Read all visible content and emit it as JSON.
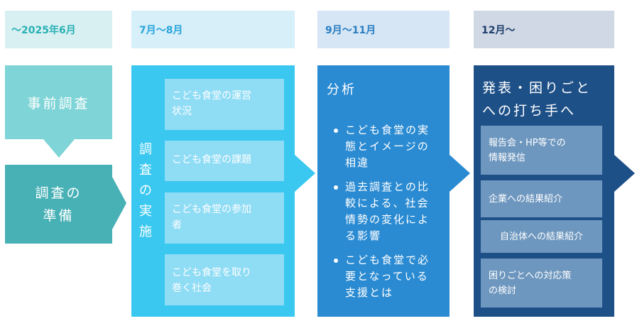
{
  "headers": {
    "col1": "〜2025年6月",
    "col2": "7月〜8月",
    "col3": "9月〜11月",
    "col4": "12月〜"
  },
  "col1": {
    "block1": "事前調査",
    "block2_line1": "調査の",
    "block2_line2": "準備"
  },
  "col2": {
    "vertical_chars": [
      "調",
      "査",
      "の",
      "実",
      "施"
    ],
    "items": [
      {
        "line1": "こども食堂の運営",
        "line2": "状況"
      },
      {
        "line1": "こども食堂の課題",
        "line2": ""
      },
      {
        "line1": "こども食堂の参加",
        "line2": "者"
      },
      {
        "line1": "こども食堂を取り",
        "line2": "巻く社会"
      }
    ]
  },
  "col3": {
    "title": "分析",
    "bullets": [
      {
        "line1": "こども食堂の実",
        "line2": "態とイメージの",
        "line3": "相違"
      },
      {
        "line1": "過去調査との比",
        "line2": "較による、社会",
        "line3": "情勢の変化によ",
        "line4": "る影響"
      },
      {
        "line1": "こども食堂で必",
        "line2": "要となっている",
        "line3": "支援とは"
      }
    ]
  },
  "col4": {
    "title_line1": "発表・困りごと",
    "title_line2": "への打ち手へ",
    "items": [
      {
        "line1": "報告会・HP等での",
        "line2": "情報発信"
      },
      {
        "line1": "企業への結果紹介",
        "line2": ""
      },
      {
        "line1": "自治体への結果紹介",
        "line2": ""
      },
      {
        "line1": "困りごとへの対応策",
        "line2": "の検討"
      }
    ]
  },
  "colors": {
    "col1_block1": "#7ed4d6",
    "col1_block2": "#48b1b6",
    "col2": "#3ac8f0",
    "col2_sub": "#8fdcf5",
    "col3": "#2b8bd2",
    "col4": "#1e5088",
    "col4_sub": "#6e97bf"
  }
}
